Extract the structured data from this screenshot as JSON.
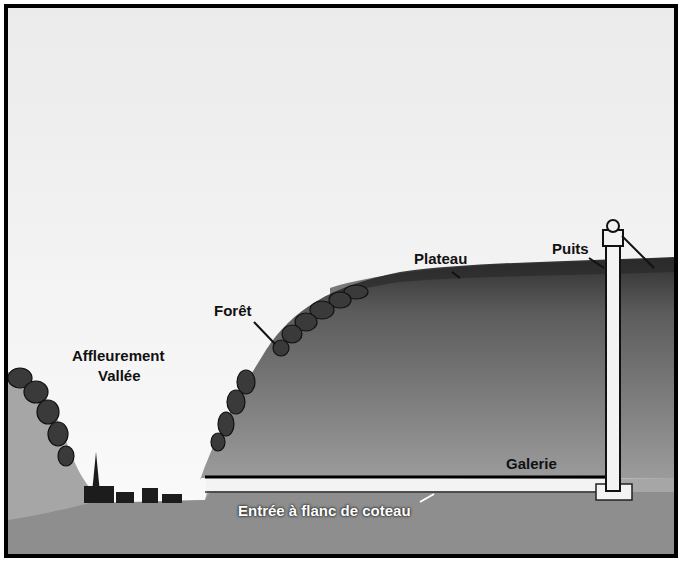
{
  "diagram": {
    "labels": [
      "Affleurement",
      "Vallée",
      "Forêt",
      "Plateau",
      "Puits",
      "Galerie",
      "Entrée à flanc de coteau"
    ]
  }
}
